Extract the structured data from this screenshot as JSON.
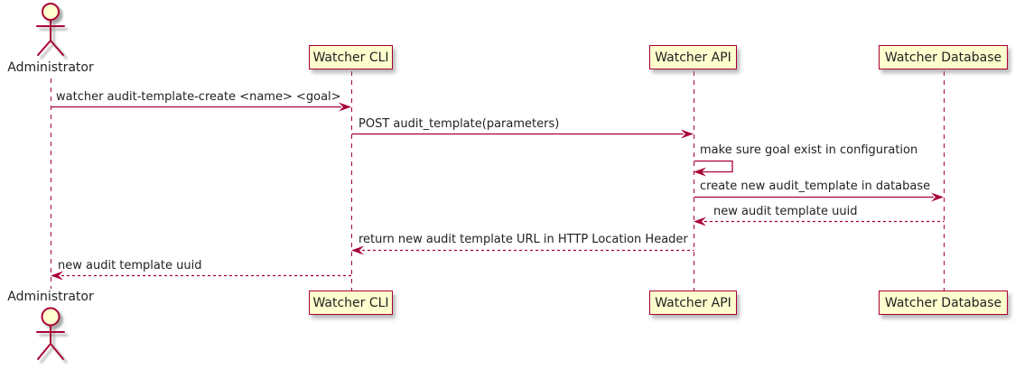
{
  "diagram": {
    "type": "sequence-diagram",
    "colors": {
      "accent": "#A80036",
      "participant_fill": "#FEFECE",
      "text": "#222222",
      "background": "#FFFFFF"
    },
    "actor": {
      "name": "Administrator"
    },
    "participants": [
      {
        "label": "Watcher CLI"
      },
      {
        "label": "Watcher API"
      },
      {
        "label": "Watcher Database"
      }
    ],
    "messages": [
      {
        "from": "Administrator",
        "to": "Watcher CLI",
        "style": "solid",
        "text": "watcher audit-template-create <name> <goal>"
      },
      {
        "from": "Watcher CLI",
        "to": "Watcher API",
        "style": "solid",
        "text": "POST audit_template(parameters)"
      },
      {
        "from": "Watcher API",
        "to": "Watcher API",
        "style": "self",
        "text": "make sure goal exist in configuration"
      },
      {
        "from": "Watcher API",
        "to": "Watcher Database",
        "style": "solid",
        "text": "create new audit_template in database"
      },
      {
        "from": "Watcher Database",
        "to": "Watcher API",
        "style": "dashed",
        "text": "new audit template uuid"
      },
      {
        "from": "Watcher API",
        "to": "Watcher CLI",
        "style": "dashed",
        "text": "return new audit template URL in HTTP Location Header"
      },
      {
        "from": "Watcher CLI",
        "to": "Administrator",
        "style": "dashed",
        "text": "new audit template uuid"
      }
    ]
  }
}
